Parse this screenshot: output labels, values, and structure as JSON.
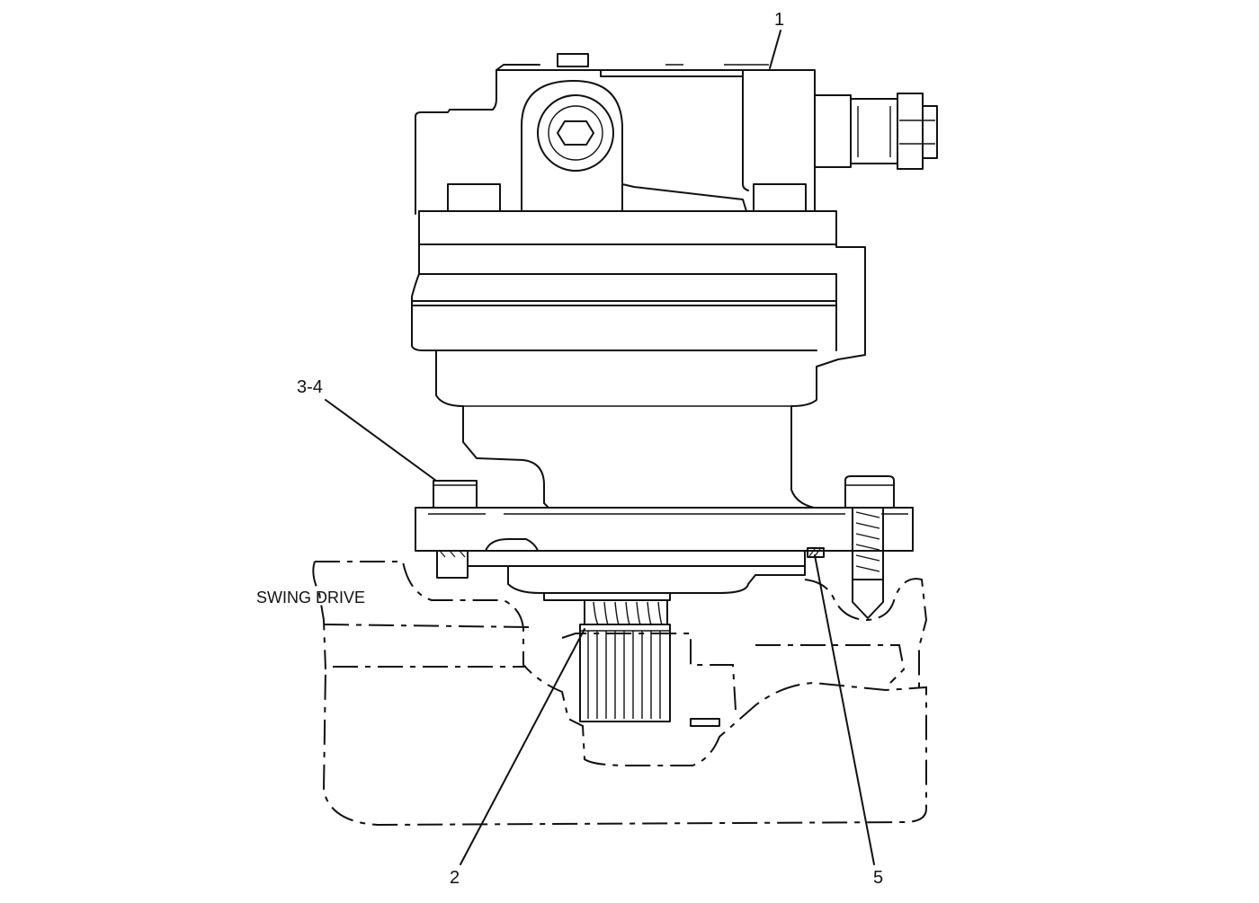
{
  "labels": {
    "callout_1": "1",
    "callout_2": "2",
    "callout_3_4": "3-4",
    "callout_5": "5",
    "swing_drive": "SWING DRIVE"
  },
  "colors": {
    "ink": "#111111",
    "background": "#ffffff"
  }
}
